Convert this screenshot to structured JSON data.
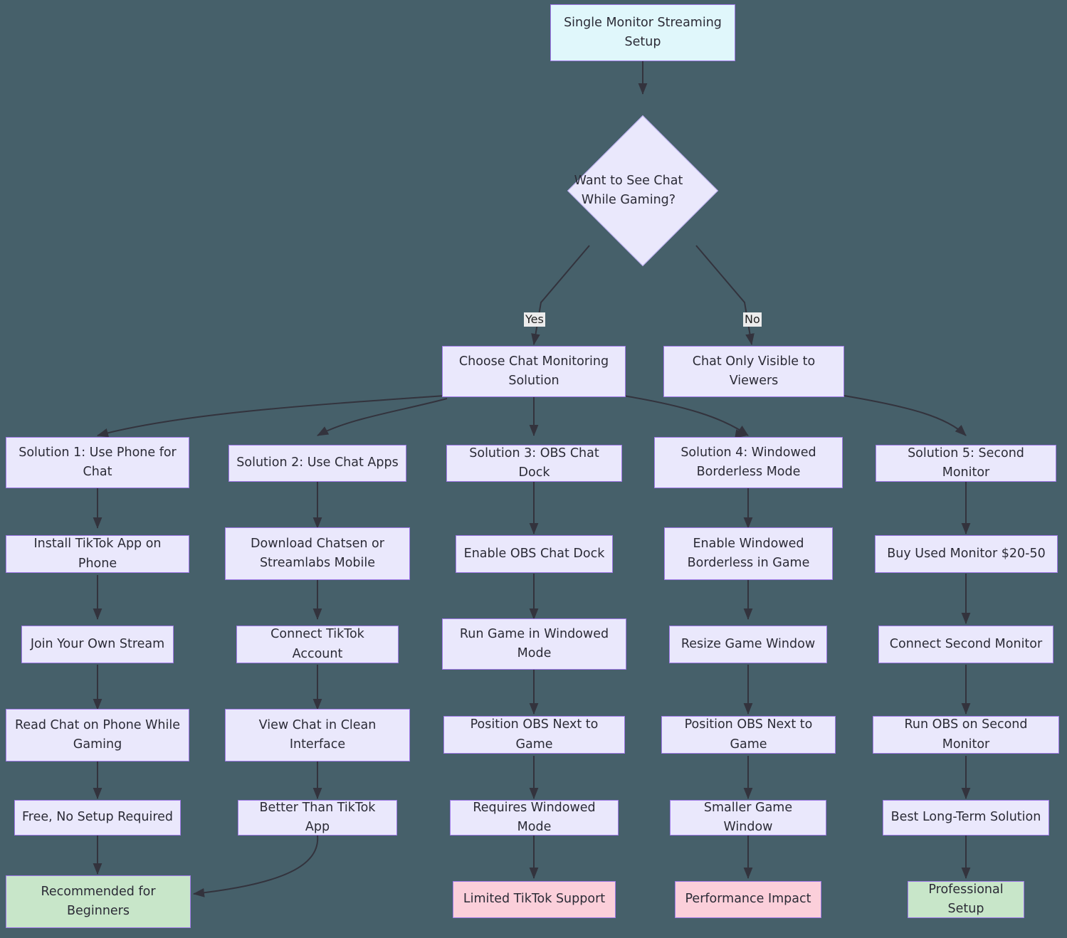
{
  "diagram": {
    "title": "Single Monitor Streaming Setup",
    "type": "flowchart",
    "background_color": "#46606a",
    "colors": {
      "node_fill": "#eae8fc",
      "node_border": "#9f79e8",
      "start_fill": "#e0f7fb",
      "success_fill": "#c8e6c9",
      "warning_fill": "#fbcfda",
      "edge": "#33333d",
      "text": "#2b2b36"
    }
  },
  "nodes": {
    "start": {
      "label": "Single Monitor Streaming Setup"
    },
    "decision": {
      "label": "Want to See Chat While Gaming?"
    },
    "choose": {
      "label": "Choose Chat Monitoring Solution"
    },
    "viewers_only": {
      "label": "Chat Only Visible to Viewers"
    },
    "sol1": {
      "label": "Solution 1: Use Phone for Chat"
    },
    "sol1_s1": {
      "label": "Install TikTok App on Phone"
    },
    "sol1_s2": {
      "label": "Join Your Own Stream"
    },
    "sol1_s3": {
      "label": "Read Chat on Phone While Gaming"
    },
    "sol1_s4": {
      "label": "Free, No Setup Required"
    },
    "sol1_s5": {
      "label": "Recommended for Beginners"
    },
    "sol2": {
      "label": "Solution 2: Use Chat Apps"
    },
    "sol2_s1": {
      "label": "Download Chatsen or Streamlabs Mobile"
    },
    "sol2_s2": {
      "label": "Connect TikTok Account"
    },
    "sol2_s3": {
      "label": "View Chat in Clean Interface"
    },
    "sol2_s4": {
      "label": "Better Than TikTok App"
    },
    "sol3": {
      "label": "Solution 3: OBS Chat Dock"
    },
    "sol3_s1": {
      "label": "Enable OBS Chat Dock"
    },
    "sol3_s2": {
      "label": "Run Game in Windowed Mode"
    },
    "sol3_s3": {
      "label": "Position OBS Next to Game"
    },
    "sol3_s4": {
      "label": "Requires Windowed Mode"
    },
    "sol3_s5": {
      "label": "Limited TikTok Support"
    },
    "sol4": {
      "label": "Solution 4: Windowed Borderless Mode"
    },
    "sol4_s1": {
      "label": "Enable Windowed Borderless in Game"
    },
    "sol4_s2": {
      "label": "Resize Game Window"
    },
    "sol4_s3": {
      "label": "Position OBS Next to Game"
    },
    "sol4_s4": {
      "label": "Smaller Game Window"
    },
    "sol4_s5": {
      "label": "Performance Impact"
    },
    "sol5": {
      "label": "Solution 5: Second Monitor"
    },
    "sol5_s1": {
      "label": "Buy Used Monitor $20-50"
    },
    "sol5_s2": {
      "label": "Connect Second Monitor"
    },
    "sol5_s3": {
      "label": "Run OBS on Second Monitor"
    },
    "sol5_s4": {
      "label": "Best Long-Term Solution"
    },
    "sol5_s5": {
      "label": "Professional Setup"
    }
  },
  "edge_labels": {
    "yes": "Yes",
    "no": "No"
  }
}
